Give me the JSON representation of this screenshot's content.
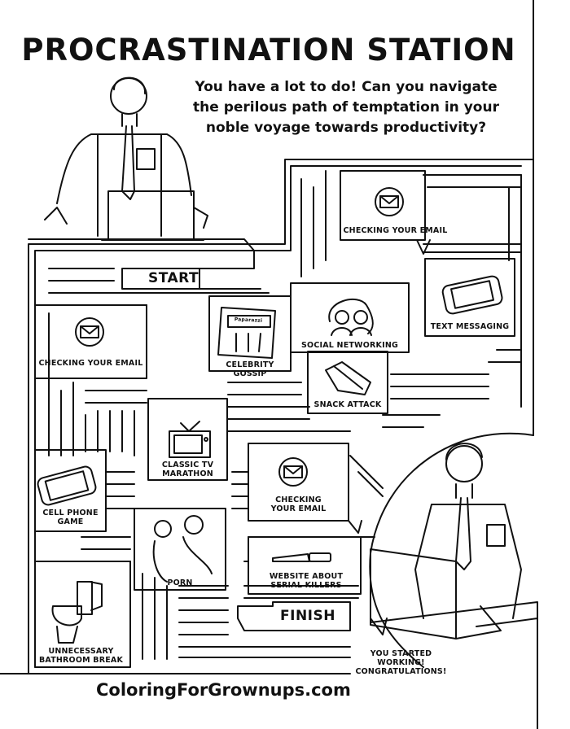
{
  "title": "PROCRASTINATION STATION",
  "intro": [
    "You have a lot to do! Can you navigate",
    "the perilous path of temptation in your",
    "noble voyage towards productivity?"
  ],
  "start_label": "START",
  "finish_label": "FINISH",
  "temptations": {
    "email_top": "CHECKING YOUR EMAIL",
    "text_messaging": "TEXT MESSAGING",
    "social_networking": "SOCIAL NETWORKING",
    "celebrity_gossip": "CELEBRITY GOSSIP",
    "email_left": "CHECKING YOUR EMAIL",
    "snack_attack": "SNACK ATTACK",
    "tv_line1": "CLASSIC TV",
    "tv_line2": "MARATHON",
    "email_mid_line1": "CHECKING",
    "email_mid_line2": "YOUR EMAIL",
    "cell_line1": "CELL PHONE",
    "cell_line2": "GAME",
    "porn": "PORN",
    "serial_line1": "WEBSITE ABOUT",
    "serial_line2": "SERIAL KILLERS",
    "bathroom_line1": "UNNECESSARY",
    "bathroom_line2": "BATHROOM BREAK"
  },
  "congrats_line1": "YOU STARTED WORKING!",
  "congrats_line2": "CONGRATULATIONS!",
  "magazine_cover_text": "Paparazzi",
  "footer": "ColoringForGrownups.com"
}
